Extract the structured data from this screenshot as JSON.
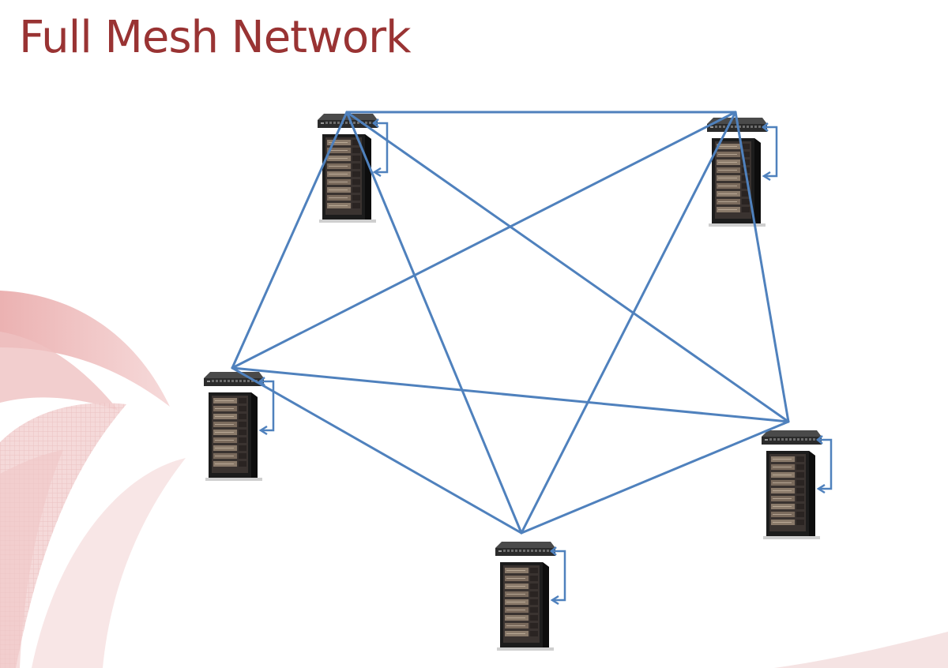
{
  "slide": {
    "title": "Full Mesh Network"
  },
  "colors": {
    "title": "#993333",
    "link": "#4F81BD",
    "decor": "#E8A8A8",
    "server_body": "#1c1c1c",
    "switch_body": "#2b2b2b"
  },
  "diagram": {
    "type": "full-mesh",
    "nodes": [
      {
        "id": "server-top-left"
      },
      {
        "id": "server-top-right"
      },
      {
        "id": "server-middle-left"
      },
      {
        "id": "server-middle-right"
      },
      {
        "id": "server-bottom"
      }
    ],
    "links": [
      [
        "server-top-left",
        "server-top-right"
      ],
      [
        "server-top-left",
        "server-middle-left"
      ],
      [
        "server-top-left",
        "server-middle-right"
      ],
      [
        "server-top-left",
        "server-bottom"
      ],
      [
        "server-top-right",
        "server-middle-left"
      ],
      [
        "server-top-right",
        "server-middle-right"
      ],
      [
        "server-top-right",
        "server-bottom"
      ],
      [
        "server-middle-left",
        "server-middle-right"
      ],
      [
        "server-middle-left",
        "server-bottom"
      ],
      [
        "server-middle-right",
        "server-bottom"
      ]
    ],
    "node_icon": "rack-server-with-switch-icon"
  }
}
